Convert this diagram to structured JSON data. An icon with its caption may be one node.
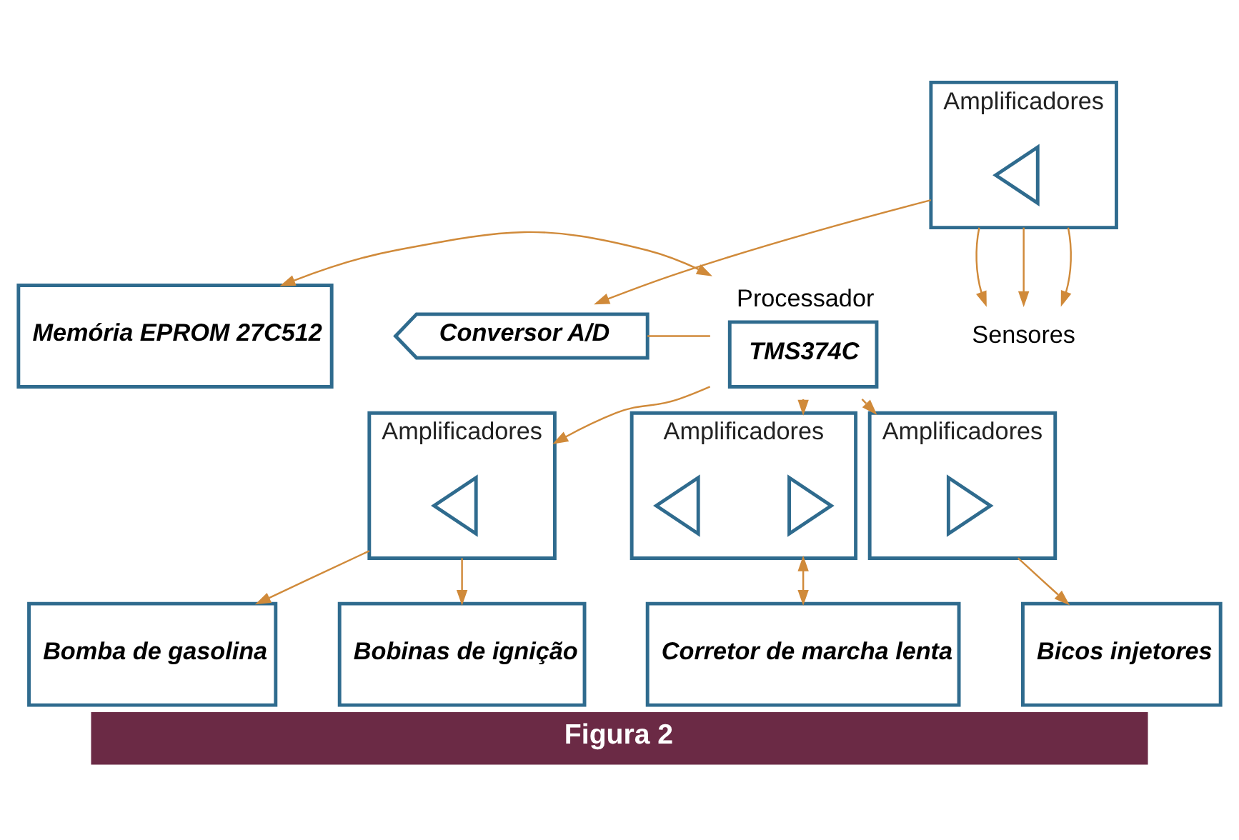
{
  "diagram": {
    "caption": "Figura 2",
    "nodes": [
      {
        "text": [
          "Memória EPROM 27C512"
        ]
      },
      {
        "text": [
          "TMS374C"
        ],
        "beside": [
          "Processador"
        ]
      },
      {
        "text": [
          "Conversor A/D"
        ]
      },
      {
        "text": [
          "Bomba de gasolina"
        ]
      },
      {
        "text": [
          "Amplificadores"
        ]
      },
      {
        "text": [],
        "shape": "triangle",
        "in": 4
      },
      {
        "text": [
          "Amplificadores"
        ]
      },
      {
        "text": [],
        "shape": "triangle",
        "in": 6
      },
      {
        "text": [],
        "shape": "triangle",
        "in": 6
      },
      {
        "text": [
          "Corretor de marcha lenta"
        ]
      },
      {
        "text": [
          "Bobinas de ignição"
        ]
      },
      {
        "text": [
          "Amplificadores"
        ]
      },
      {
        "text": [],
        "shape": "triangle",
        "in": 11
      },
      {
        "text": [
          "Bicos injetores"
        ]
      },
      {
        "text": [
          "Amplificadores"
        ]
      },
      {
        "text": [],
        "shape": "triangle",
        "in": 14
      },
      {
        "text": [
          "Sensores"
        ]
      }
    ],
    "edges": [
      {
        "from": 0,
        "to": 1,
        "arrow": "both"
      },
      {
        "from": 2,
        "to": 1,
        "arrow": "none"
      },
      {
        "from": 1,
        "to": 4,
        "arrow": "to"
      },
      {
        "from": 4,
        "to": 3,
        "arrow": "to"
      },
      {
        "from": 1,
        "to": 6,
        "arrow": "to"
      },
      {
        "from": 6,
        "to": 9,
        "arrow": "both"
      },
      {
        "from": 4,
        "to": 10,
        "arrow": "to"
      },
      {
        "from": 1,
        "to": 11,
        "arrow": "to"
      },
      {
        "from": 11,
        "to": 13,
        "arrow": "to"
      },
      {
        "from": 14,
        "to": 2,
        "arrow": "to"
      },
      {
        "from": 14,
        "to": 16,
        "arrow": "to"
      },
      {
        "from": 14,
        "to": 16,
        "arrow": "to"
      },
      {
        "from": 14,
        "to": 16,
        "arrow": "to"
      }
    ]
  }
}
